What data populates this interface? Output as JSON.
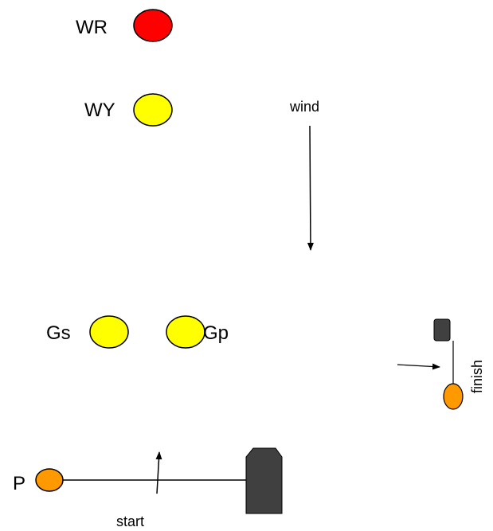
{
  "colors": {
    "red_mark": "#ff0000",
    "yellow_mark": "#ffff00",
    "orange_mark": "#ff9900",
    "committee_boat": "#404040",
    "line": "#000000"
  },
  "marks": {
    "wr": {
      "label": "WR",
      "color": "red"
    },
    "wy": {
      "label": "WY",
      "color": "yellow"
    },
    "gs": {
      "label": "Gs",
      "color": "yellow"
    },
    "gp": {
      "label": "Gp",
      "color": "yellow"
    },
    "p": {
      "label": "P",
      "color": "orange"
    }
  },
  "wind": {
    "label": "wind"
  },
  "start": {
    "label": "start"
  },
  "finish": {
    "label": "finish"
  }
}
